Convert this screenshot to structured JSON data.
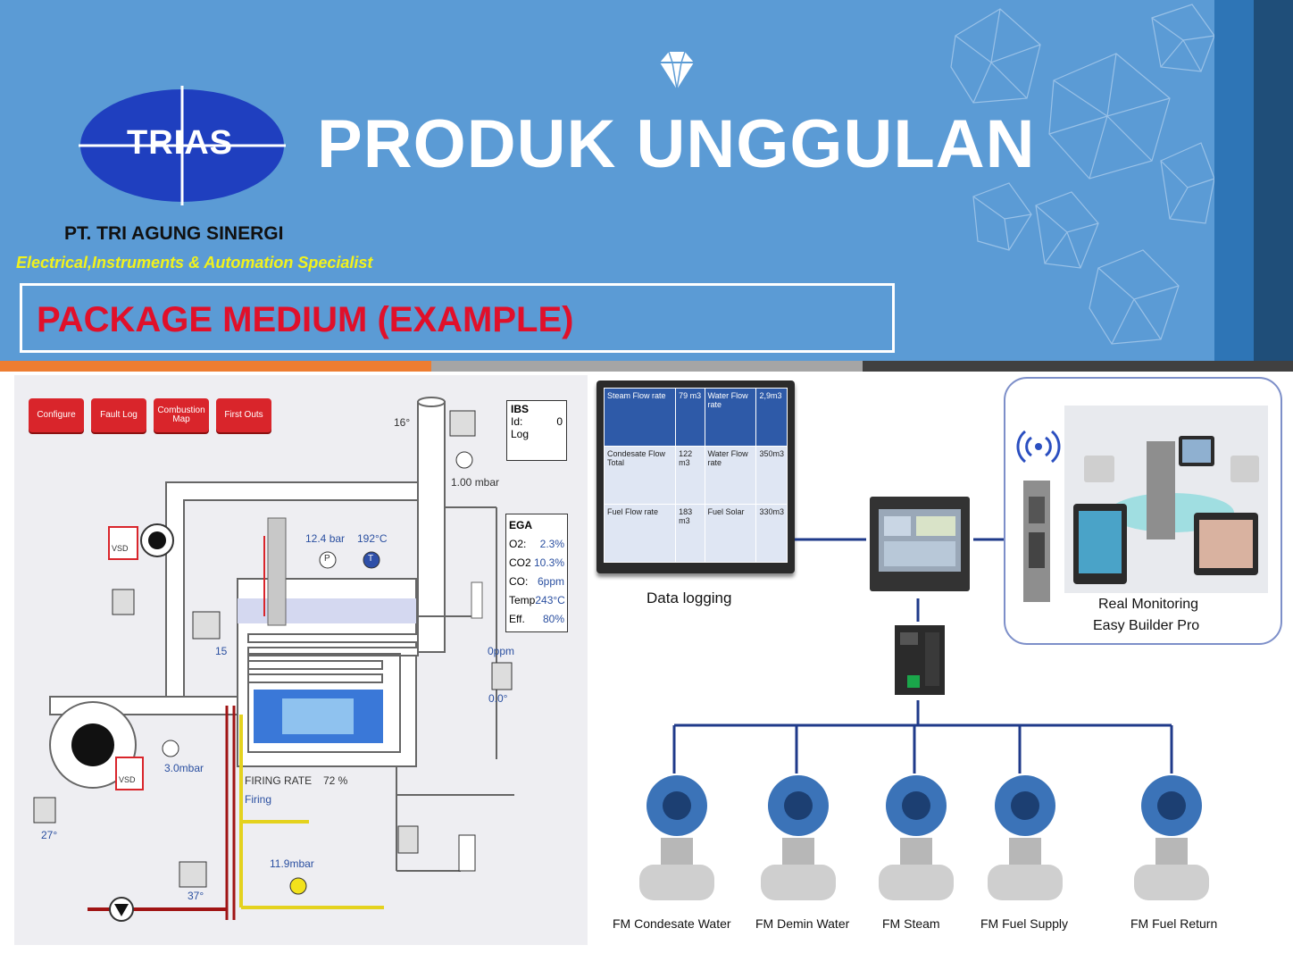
{
  "header": {
    "logo_text": "TRIAS",
    "company_name": "PT. TRI AGUNG SINERGI",
    "tagline": "Electrical,Instruments & Automation Specialist",
    "title": "PRODUK UNGGULAN",
    "subtitle": "PACKAGE MEDIUM (EXAMPLE)",
    "colors": {
      "header_bg": "#5b9bd5",
      "title": "#ffffff",
      "subtitle": "#e0102a",
      "tagline": "#f2f21c"
    }
  },
  "boiler": {
    "buttons": [
      "Configure",
      "Fault Log",
      "Combustion Map",
      "First Outs"
    ],
    "ibs": {
      "title": "IBS",
      "id_label": "Id:",
      "id_value": "0",
      "log_label": "Log"
    },
    "ega": {
      "title": "EGA",
      "rows": [
        {
          "label": "O2:",
          "value": "2.3%"
        },
        {
          "label": "CO2",
          "value": "10.3%"
        },
        {
          "label": "CO:",
          "value": "6ppm"
        },
        {
          "label": "Temp",
          "value": "243°C"
        },
        {
          "label": "Eff.",
          "value": "80%"
        }
      ]
    },
    "readings": {
      "stack_angle": "16°",
      "stack_pressure": "1.00 mbar",
      "steam_pressure": "12.4 bar",
      "steam_temp": "192°C",
      "damper": "15",
      "ppm": "0ppm",
      "angle_zero": "0.0°",
      "air_pressure": "3.0mbar",
      "firing_rate_label": "FIRING RATE",
      "firing_rate_value": "72 %",
      "firing_label": "Firing",
      "fan_angle": "27°",
      "gas_pressure": "11.9mbar",
      "valve_angle": "37°",
      "vsd": "VSD",
      "p_icon": "P",
      "t_icon": "T"
    }
  },
  "data_logging": {
    "label": "Data logging",
    "table": [
      [
        "Steam Flow rate",
        "79 m3",
        "Water Flow rate",
        "2,9m3"
      ],
      [
        "Condesate Flow Total",
        "122 m3",
        "Water Flow rate",
        "350m3"
      ],
      [
        "Fuel Flow rate",
        "183 m3",
        "Fuel Solar",
        "330m3"
      ]
    ]
  },
  "real_monitoring": {
    "line1": "Real Monitoring",
    "line2": "Easy Builder Pro"
  },
  "flowmeters": [
    "FM Condesate Water",
    "FM Demin Water",
    "FM Steam",
    "FM Fuel Supply",
    "FM Fuel Return"
  ]
}
